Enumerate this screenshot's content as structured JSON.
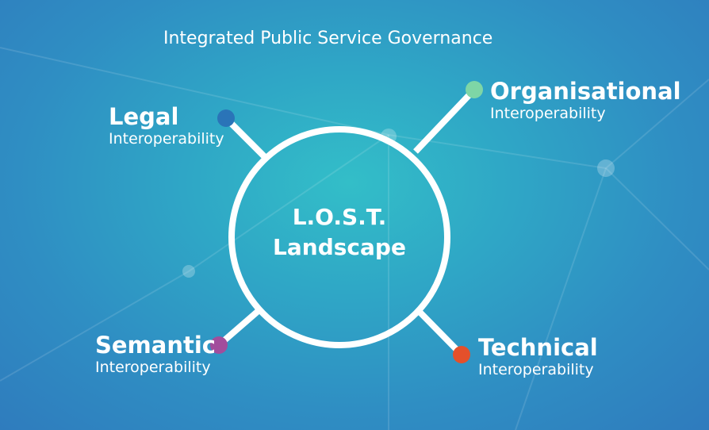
{
  "title": "Integrated Public Service Governance",
  "center": {
    "line1": "L.O.S.T.",
    "line2": "Landscape"
  },
  "nodes": [
    {
      "id": "legal",
      "heading": "Legal",
      "sub": "Interoperability",
      "color": "#2a74b8"
    },
    {
      "id": "organisational",
      "heading": "Organisational",
      "sub": "Interoperability",
      "color": "#7ed6a6"
    },
    {
      "id": "semantic",
      "heading": "Semantic",
      "sub": "Interoperability",
      "color": "#a24d9c"
    },
    {
      "id": "technical",
      "heading": "Technical",
      "sub": "Interoperability",
      "color": "#e4502b"
    }
  ]
}
